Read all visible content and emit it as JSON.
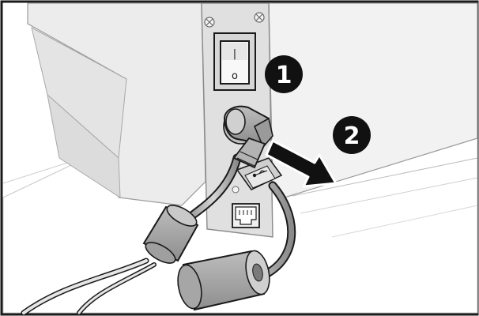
{
  "diagram": {
    "steps": [
      {
        "label": "1"
      },
      {
        "label": "2"
      }
    ],
    "switch": {
      "on_mark": "|",
      "off_mark": "o"
    },
    "colors": {
      "outline": "#1a1a1a",
      "device_body": "#ececec",
      "device_shadow": "#d9d9d9",
      "panel": "#e2e2e2",
      "cable": "#8c8c8c",
      "badge": "#111111",
      "arrow": "#111111"
    },
    "icons": [
      "screw-icon",
      "usb-icon",
      "ethernet-port-icon"
    ]
  }
}
